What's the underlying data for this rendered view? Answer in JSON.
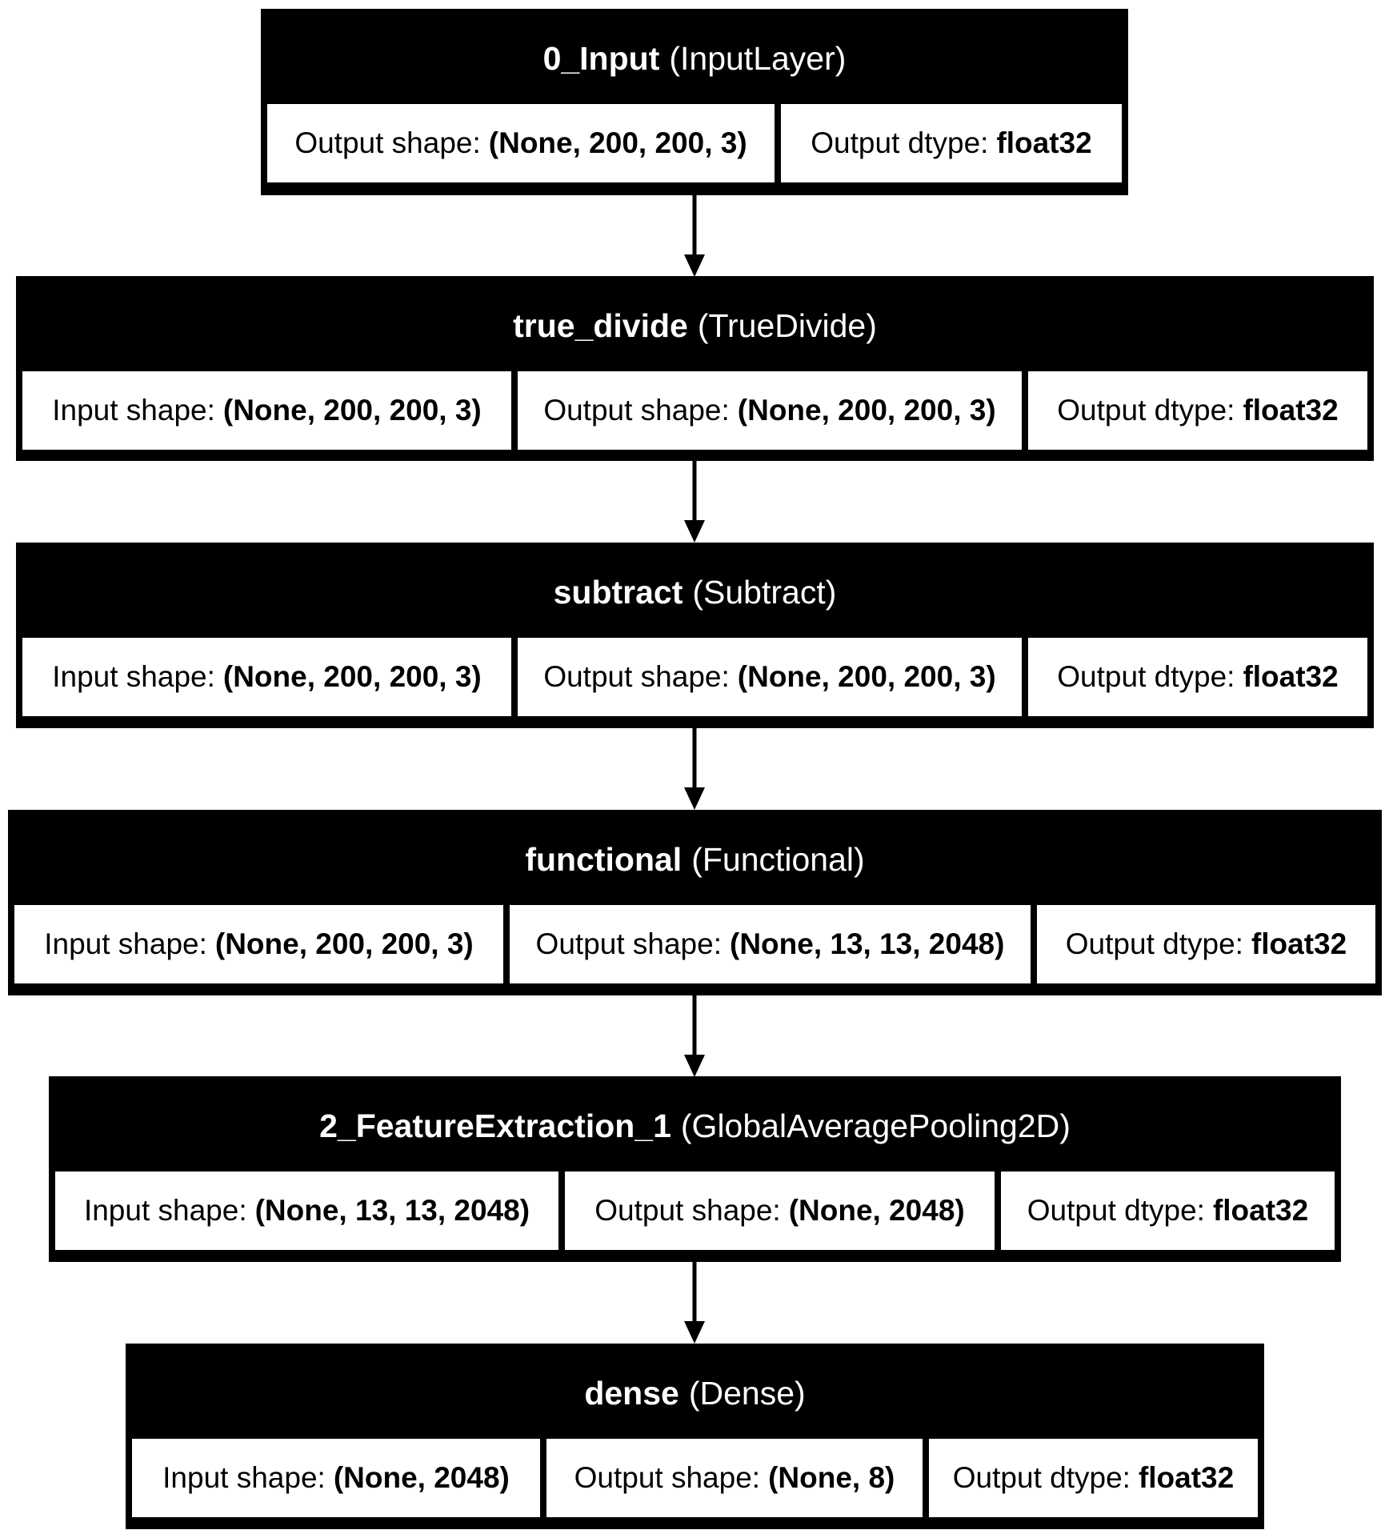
{
  "nodes": [
    {
      "name": "0_Input",
      "class": "(InputLayer)",
      "cells": [
        {
          "label": "Output shape:",
          "value": "(None, 200, 200, 3)"
        },
        {
          "label": "Output dtype:",
          "value": "float32"
        }
      ]
    },
    {
      "name": "true_divide",
      "class": "(TrueDivide)",
      "cells": [
        {
          "label": "Input shape:",
          "value": "(None, 200, 200, 3)"
        },
        {
          "label": "Output shape:",
          "value": "(None, 200, 200, 3)"
        },
        {
          "label": "Output dtype:",
          "value": "float32"
        }
      ]
    },
    {
      "name": "subtract",
      "class": "(Subtract)",
      "cells": [
        {
          "label": "Input shape:",
          "value": "(None, 200, 200, 3)"
        },
        {
          "label": "Output shape:",
          "value": "(None, 200, 200, 3)"
        },
        {
          "label": "Output dtype:",
          "value": "float32"
        }
      ]
    },
    {
      "name": "functional",
      "class": "(Functional)",
      "cells": [
        {
          "label": "Input shape:",
          "value": "(None, 200, 200, 3)"
        },
        {
          "label": "Output shape:",
          "value": "(None, 13, 13, 2048)"
        },
        {
          "label": "Output dtype:",
          "value": "float32"
        }
      ]
    },
    {
      "name": "2_FeatureExtraction_1",
      "class": "(GlobalAveragePooling2D)",
      "cells": [
        {
          "label": "Input shape:",
          "value": "(None, 13, 13, 2048)"
        },
        {
          "label": "Output shape:",
          "value": "(None, 2048)"
        },
        {
          "label": "Output dtype:",
          "value": "float32"
        }
      ]
    },
    {
      "name": "dense",
      "class": "(Dense)",
      "cells": [
        {
          "label": "Input shape:",
          "value": "(None, 2048)"
        },
        {
          "label": "Output shape:",
          "value": "(None, 8)"
        },
        {
          "label": "Output dtype:",
          "value": "float32"
        }
      ]
    }
  ]
}
